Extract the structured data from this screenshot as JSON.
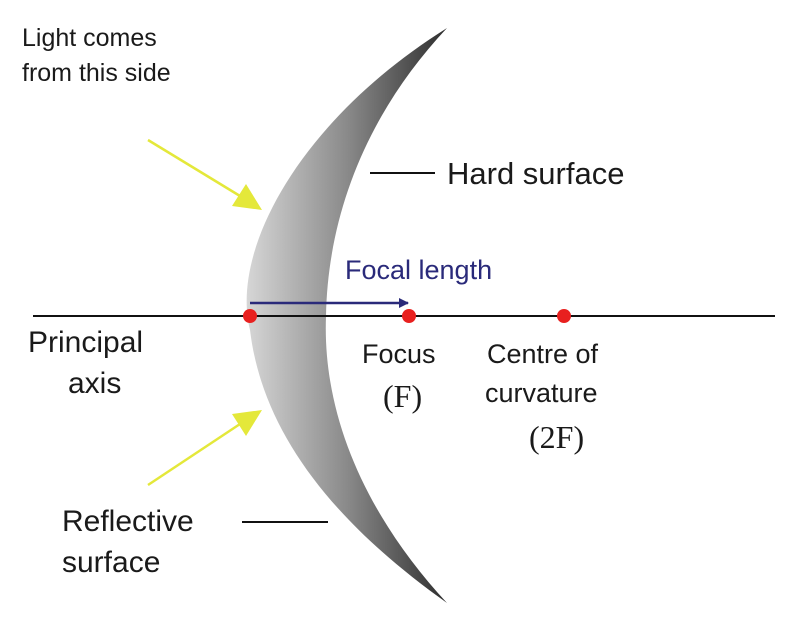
{
  "title": "Concave mirror diagram",
  "labels": {
    "light_line1": "Light comes",
    "light_line2": "from this side",
    "hard_surface": "Hard surface",
    "focal_length": "Focal length",
    "principal_line1": "Principal",
    "principal_line2": "axis",
    "focus": "Focus",
    "focus_symbol": "(F)",
    "centre_line1": "Centre of",
    "centre_line2": "curvature",
    "centre_symbol": "(2F)",
    "reflective_line1": "Reflective",
    "reflective_line2": "surface"
  },
  "colors": {
    "point": "#e8201f",
    "focal_arrow": "#2a2a7a",
    "light_arrow": "#e4e83a",
    "mirror_light": "#d2d2d2",
    "mirror_dark": "#3a3a3a"
  }
}
